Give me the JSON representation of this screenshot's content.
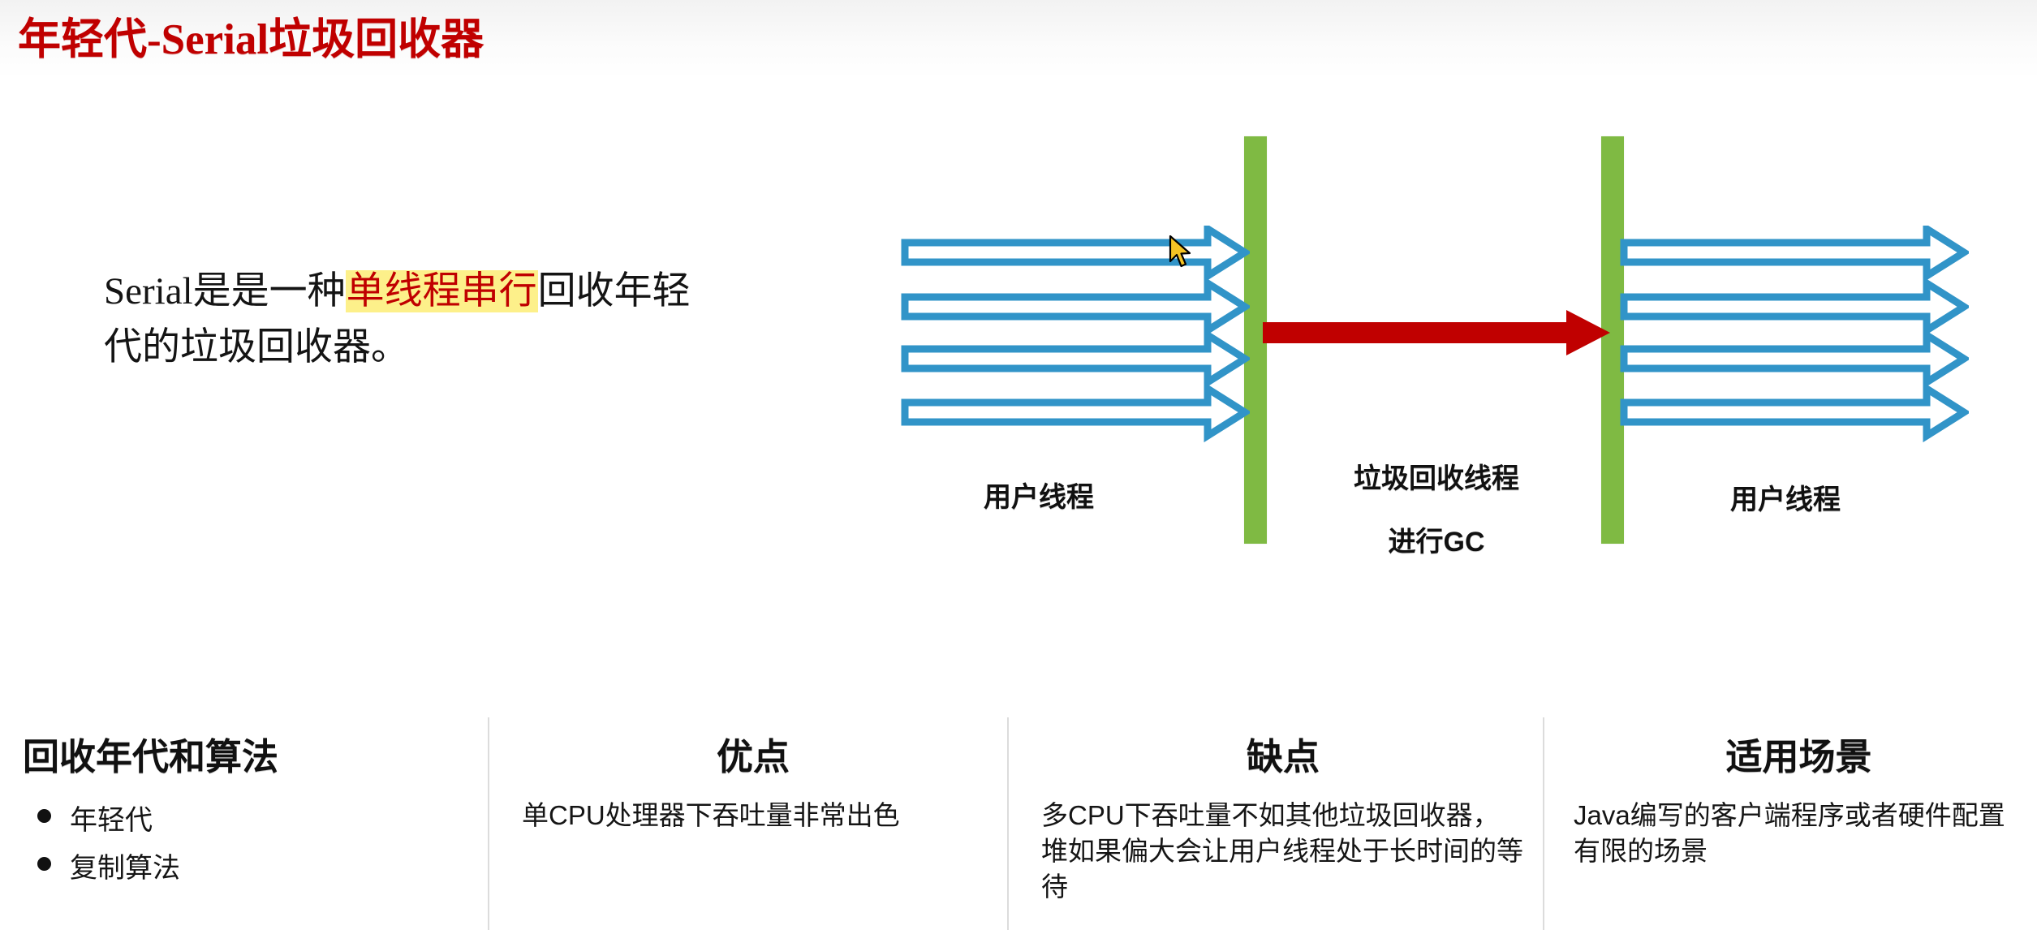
{
  "slide": {
    "title": "年轻代-Serial垃圾回收器",
    "title_color": "#c00000"
  },
  "description": {
    "line1_prefix": "Serial是是一种",
    "line1_highlight": "单线程串行",
    "line1_suffix": "回收年轻",
    "line2": "代的垃圾回收器。",
    "highlight_text_color": "#c00000",
    "highlight_bg_color": "#fdf08a"
  },
  "diagram": {
    "bar_color": "#7fba43",
    "user_thread_arrow_color": "#3194c8",
    "gc_arrow_color": "#c00000",
    "labels": {
      "user_threads_left": "用户线程",
      "gc_thread": "垃圾回收线程",
      "gc_thread_sub": "进行GC",
      "user_threads_right": "用户线程"
    },
    "user_thread_count_left": 4,
    "user_thread_count_right": 4,
    "cursor": "mouse-pointer"
  },
  "columns": [
    {
      "heading": "回收年代和算法",
      "bullets": [
        "年轻代",
        "复制算法"
      ],
      "body": ""
    },
    {
      "heading": "优点",
      "bullets": [],
      "body": "单CPU处理器下吞吐量非常出色"
    },
    {
      "heading": "缺点",
      "bullets": [],
      "body": "多CPU下吞吐量不如其他垃圾回收器，堆如果偏大会让用户线程处于长时间的等待"
    },
    {
      "heading": "适用场景",
      "bullets": [],
      "body": "Java编写的客户端程序或者硬件配置有限的场景"
    }
  ]
}
